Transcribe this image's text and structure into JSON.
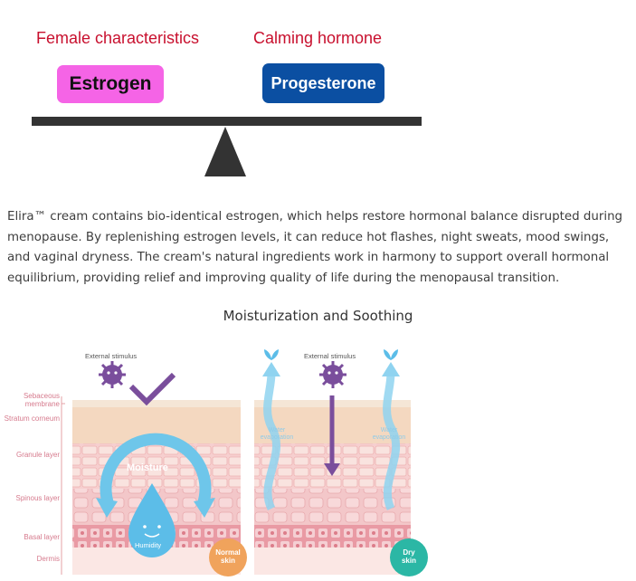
{
  "balance": {
    "left_caption": "Female characteristics",
    "right_caption": "Calming hormone",
    "left_pill": "Estrogen",
    "right_pill": "Progesterone",
    "colors": {
      "caption": "#c8102e",
      "left_pill_bg": "#f564e6",
      "right_pill_bg": "#0b4fa2",
      "beam": "#333333"
    }
  },
  "description": "Elira™ cream contains bio-identical estrogen, which helps restore hormonal balance disrupted during menopause. By replenishing estrogen levels, it can reduce hot flashes, night sweats, mood swings, and vaginal dryness. The cream's natural ingredients work in harmony to support overall hormonal equilibrium, providing relief and improving quality of life during the menopausal transition.",
  "diagram": {
    "title": "Moisturization and Soothing",
    "layers": {
      "sebaceous": "Sebaceous membrane",
      "stratum": "Stratum corneum",
      "granule": "Granule layer",
      "spinous": "Spinous layer",
      "basal": "Basal layer",
      "dermis": "Dermis"
    },
    "normal": {
      "external": "External stimulus",
      "moisture": "Moisture",
      "humidity": "Humidity",
      "badge": "Normal skin"
    },
    "dry": {
      "external": "External stimulus",
      "evap_left": "Water evaporation",
      "evap_right": "Water evaporation",
      "badge": "Dry skin"
    }
  }
}
